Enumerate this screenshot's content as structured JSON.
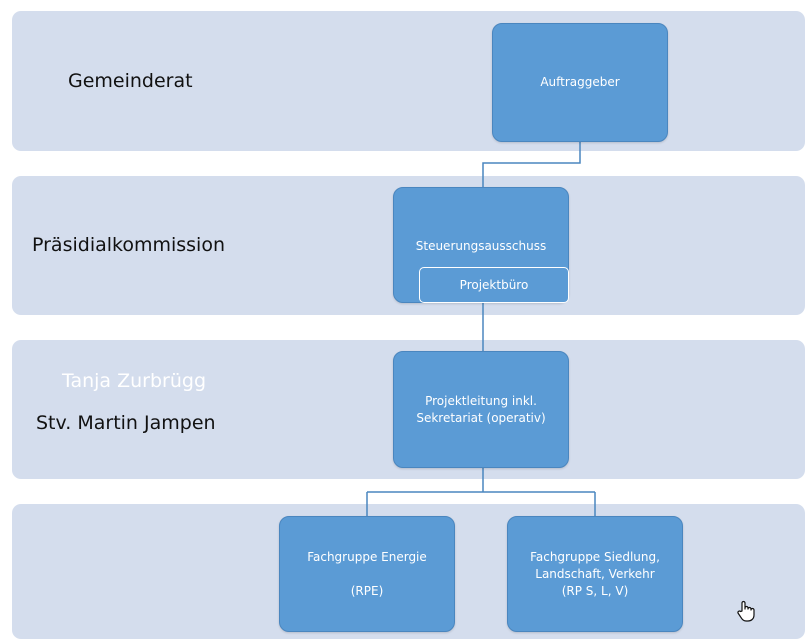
{
  "bands": [
    {
      "label": "Gemeinderat"
    },
    {
      "label": "Präsidialkommission"
    },
    {
      "label_primary": "Tanja Zurbrügg",
      "label_secondary": "Stv. Martin Jampen"
    },
    {
      "label": ""
    }
  ],
  "nodes": {
    "auftraggeber": "Auftraggeber",
    "steuerungsausschuss": "Steuerungsausschuss",
    "projektbuero": "Projektbüro",
    "projektleitung_line1": "Projektleitung inkl.",
    "projektleitung_line2": "Sekretariat (operativ)",
    "energie_line1": "Fachgruppe Energie",
    "energie_line2": "(RPE)",
    "siedlung_line1": "Fachgruppe Siedlung,",
    "siedlung_line2": "Landschaft, Verkehr",
    "siedlung_line3": "(RP S, L, V)"
  },
  "colors": {
    "band": "#d4dded",
    "box": "#5b9bd5",
    "connector": "#4a86bf"
  },
  "icons": {
    "cursor": "hand-pointer-icon"
  }
}
